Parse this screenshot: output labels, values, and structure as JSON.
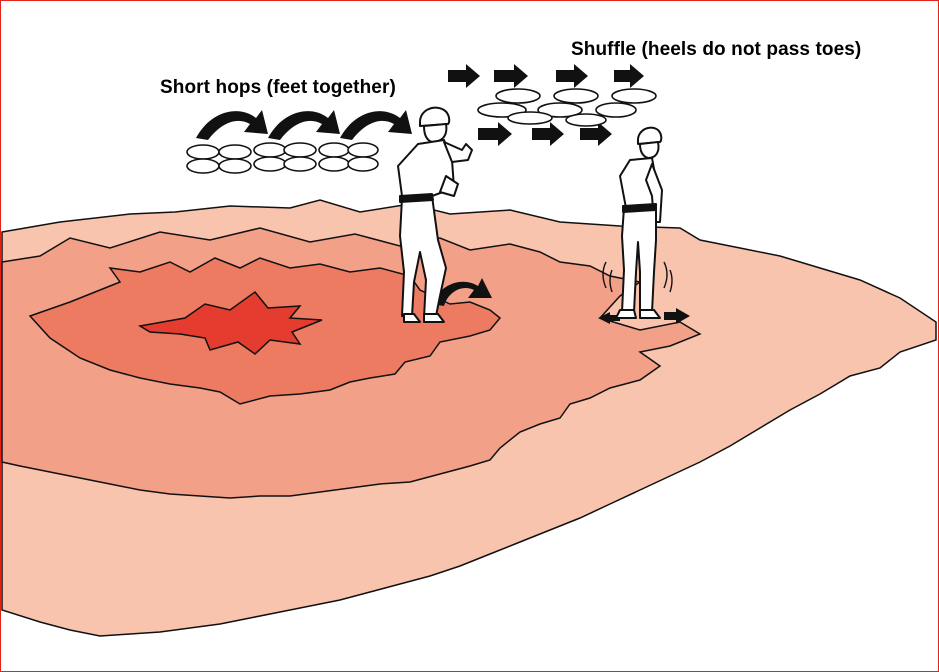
{
  "labels": {
    "short_hops": "Short hops (feet together)",
    "shuffle": "Shuffle (heels do not pass toes)"
  },
  "colors": {
    "frame_border": "#e2231a",
    "outer_zone": "#f9c4ae",
    "middle_zone": "#f3a088",
    "inner_zone": "#ec7b62",
    "center_zone": "#e43d2f",
    "outline": "#111111"
  },
  "figures": [
    {
      "name": "worker-hopping",
      "action": "short hops"
    },
    {
      "name": "worker-shuffling",
      "action": "shuffle"
    }
  ]
}
